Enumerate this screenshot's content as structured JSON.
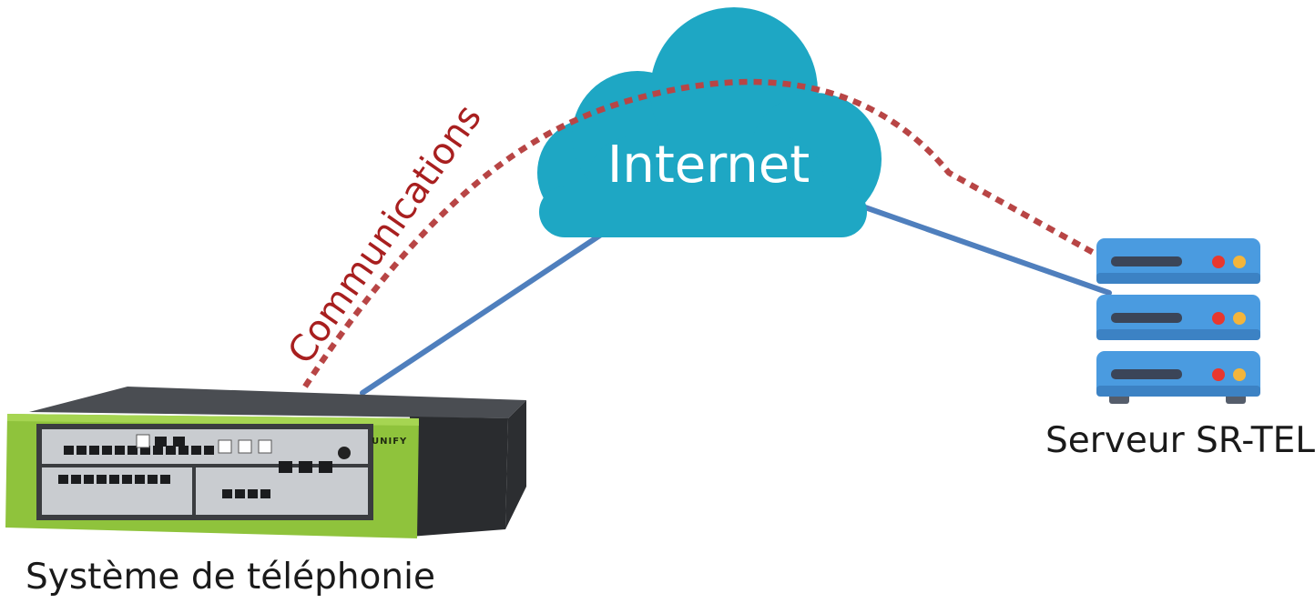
{
  "cloud": {
    "label": "Internet",
    "color": "#1ea7c4",
    "text_color": "#ffffff"
  },
  "link": {
    "label": "Communications",
    "dotted_color": "#b84545",
    "label_color": "#a81f1f",
    "wire_color": "#4f7fbd"
  },
  "pbx": {
    "label": "Système de téléphonie",
    "brand": "UNIFY",
    "accent_color": "#8fc33c"
  },
  "server": {
    "label": "Serveur SR-TEL",
    "color": "#4a9be0",
    "led_colors": [
      "#e8372e",
      "#f3b53c"
    ]
  }
}
